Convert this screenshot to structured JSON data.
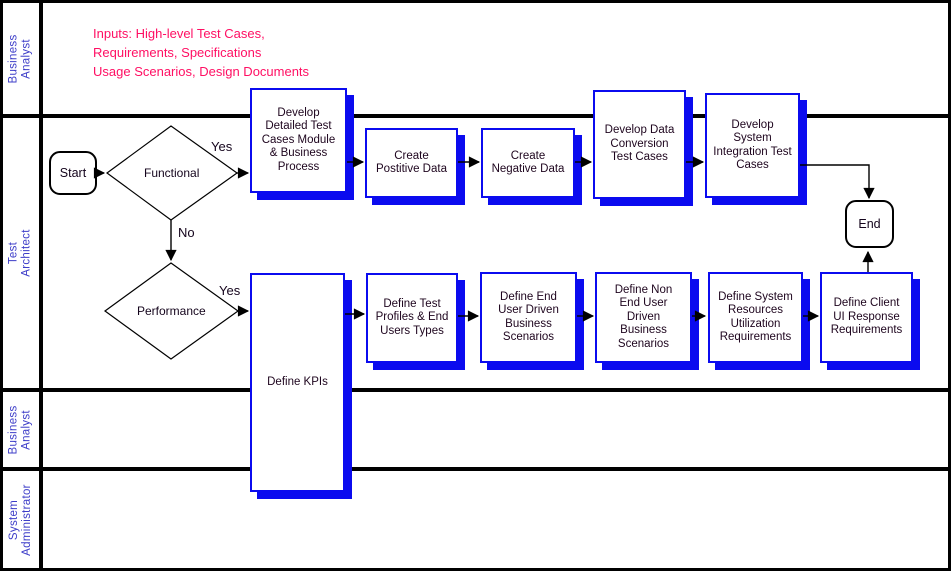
{
  "diagram_title": "Test process swimlane flowchart",
  "colors": {
    "shape_blue": "#0b0bef",
    "lane_black": "#000000",
    "annotation_pink": "#ff0f63",
    "lane_label_blue": "#3c3cc8",
    "box_text": "#1e051e",
    "shape_text": "#14041c"
  },
  "lanes": [
    {
      "label": "Business\nAnalyst"
    },
    {
      "label": "Test\nArchitect"
    },
    {
      "label": "Business\nAnalyst"
    },
    {
      "label": "System\nAdministrator"
    }
  ],
  "annotation": {
    "line1": "Inputs: High-level Test Cases,",
    "line2": "Requirements, Specifications",
    "line3": "Usage Scenarios, Design Documents"
  },
  "terminators": {
    "start": "Start",
    "end": "End"
  },
  "decisions": {
    "functional": "Functional",
    "performance": "Performance"
  },
  "edge_labels": {
    "functional_yes": "Yes",
    "functional_no": "No",
    "performance_yes": "Yes"
  },
  "processes": {
    "develop_detailed": "Develop\nDetailed Test\nCases Module\n& Business\nProcess",
    "create_positive": "Create\nPostitive Data",
    "create_negative": "Create\nNegative Data",
    "data_conversion": "Develop Data\nConversion\nTest Cases",
    "system_integration": "Develop\nSystem\nIntegration Test\nCases",
    "define_kpis": "Define KPIs",
    "test_profiles": "Define Test\nProfiles & End\nUsers Types",
    "end_user_scenarios": "Define End\nUser Driven\nBusiness\nScenarios",
    "non_end_user_scenarios": "Define Non\nEnd User\nDriven\nBusiness\nScenarios",
    "sys_resources": "Define System\nResources\nUtilization\nRequirements",
    "client_ui": "Define Client\nUI Response\nRequirements"
  }
}
